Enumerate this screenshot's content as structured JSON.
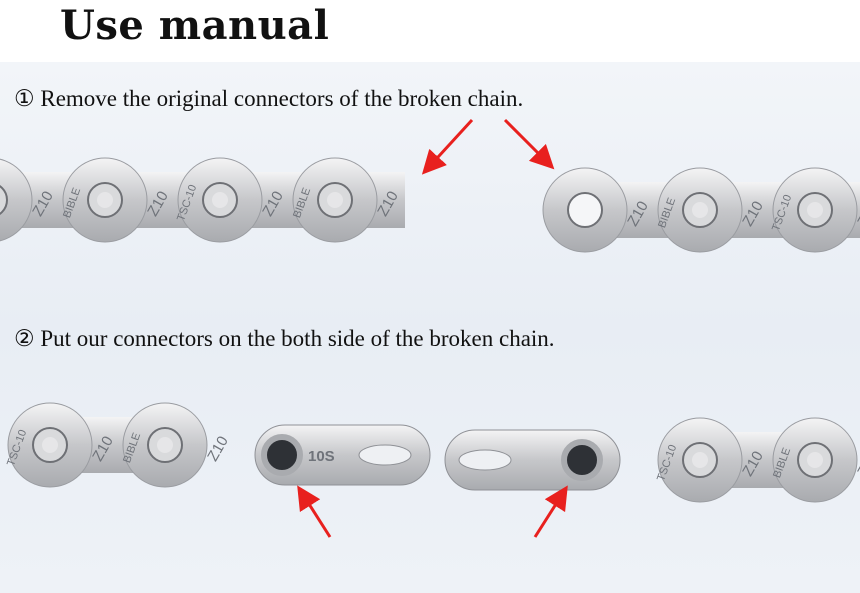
{
  "title": "Use manual",
  "steps": [
    {
      "label": "① Remove the original connectors of the broken chain."
    },
    {
      "label": "② Put our connectors on the both side of the broken chain."
    }
  ],
  "chain_markings": {
    "model": "Z10",
    "brand": "BIBLE",
    "plate": "TSC-10",
    "connector": "10S"
  },
  "colors": {
    "arrow": "#e8201e",
    "chain": "#c9c9cc"
  }
}
